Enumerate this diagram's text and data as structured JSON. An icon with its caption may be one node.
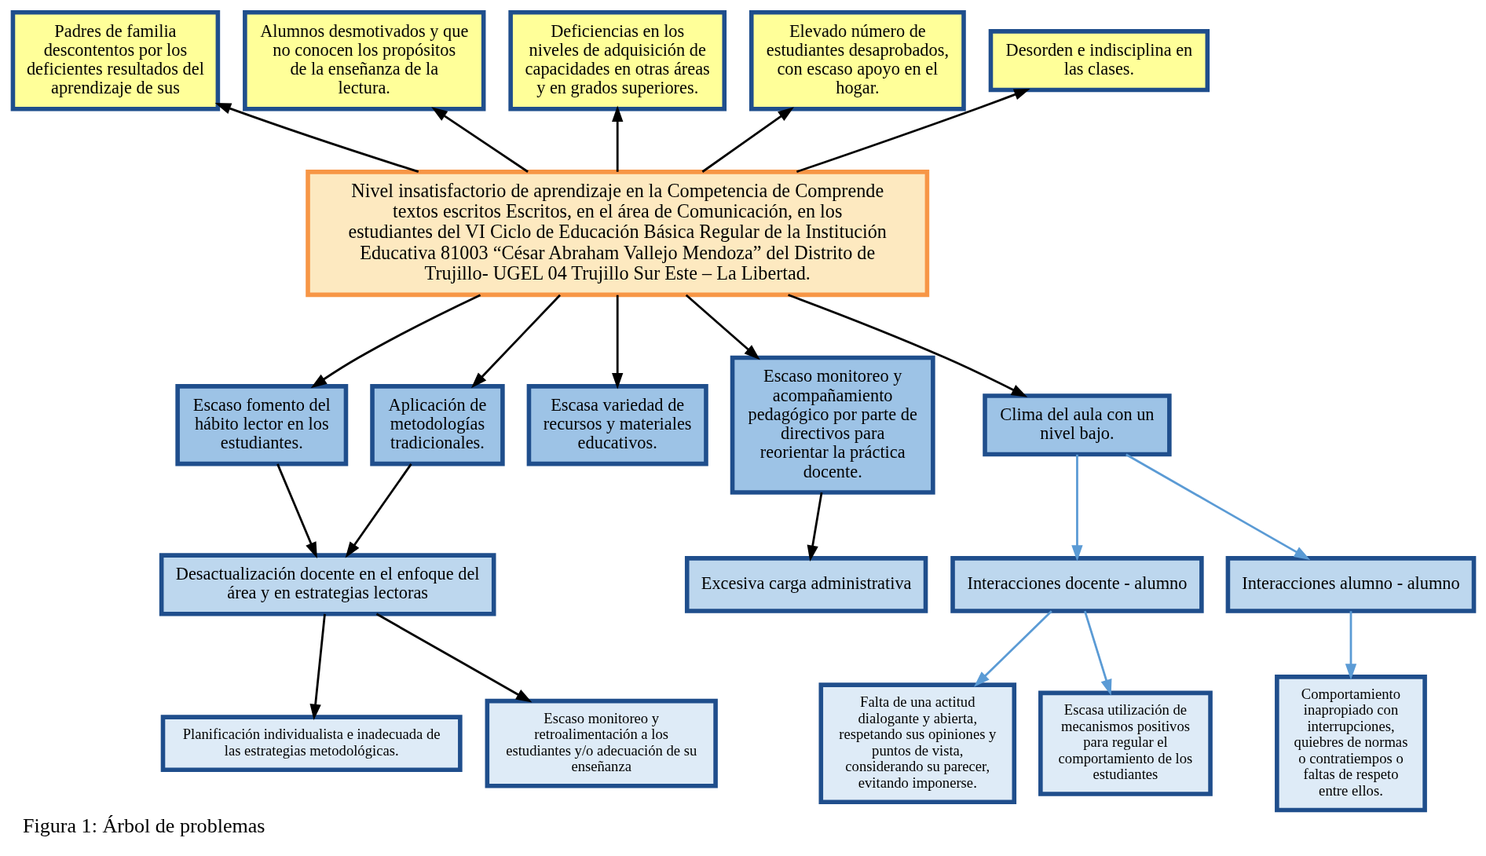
{
  "diagram": {
    "caption": "Figura 1: Árbol de problemas",
    "nodes": [
      {
        "text": [
          "Nivel insatisfactorio de aprendizaje en la Competencia de Comprende textos escritos Escritos, en el área de Comunicación, en los estudiantes del VI Ciclo de Educación Básica Regular de la Institución Educativa 81003 “César Abraham Vallejo Mendoza” del Distrito de Trujillo- UGEL 04 Trujillo Sur Este – La Libertad."
        ]
      },
      {
        "text": [
          "Padres de familia descontentos por los deficientes resultados del aprendizaje de sus"
        ]
      },
      {
        "text": [
          "Alumnos desmotivados y que no conocen los propósitos de la enseñanza de la lectura."
        ]
      },
      {
        "text": [
          "Deficiencias en los niveles de adquisición de capacidades en otras áreas y en grados superiores."
        ]
      },
      {
        "text": [
          "Elevado número de estudiantes desaprobados, con escaso apoyo en el hogar."
        ]
      },
      {
        "text": [
          "Desorden e indisciplina en las clases."
        ]
      },
      {
        "text": [
          "Escaso fomento del hábito lector en los estudiantes."
        ]
      },
      {
        "text": [
          "Aplicación de metodologías tradicionales."
        ]
      },
      {
        "text": [
          "Escasa variedad de recursos y materiales educativos."
        ]
      },
      {
        "text": [
          "Escaso monitoreo y acompañamiento pedagógico por parte de directivos para reorientar la práctica docente."
        ]
      },
      {
        "text": [
          "Clima del aula con un nivel bajo."
        ]
      },
      {
        "text": [
          "Desactualización docente en el enfoque del área y en estrategias lectoras"
        ]
      },
      {
        "text": [
          "Excesiva carga administrativa"
        ]
      },
      {
        "text": [
          "Interacciones docente - alumno"
        ]
      },
      {
        "text": [
          "Interacciones alumno - alumno"
        ]
      },
      {
        "text": [
          "Planificación individualista e inadecuada de las estrategias metodológicas."
        ]
      },
      {
        "text": [
          "Escaso monitoreo y retroalimentación a los estudiantes y/o adecuación de su enseñanza"
        ]
      },
      {
        "text": [
          "Falta de una actitud dialogante y abierta, respetando sus opiniones y puntos de vista, considerando su parecer, evitando imponerse."
        ]
      },
      {
        "text": [
          "Escasa utilización de mecanismos positivos para regular el comportamiento de los estudiantes"
        ]
      },
      {
        "text": [
          "Comportamiento inapropiado con interrupciones, quiebres de normas o contratiempos o faltas de respeto entre ellos."
        ]
      }
    ],
    "edges": [
      {
        "from": 0,
        "to": 1,
        "arrow": "to"
      },
      {
        "from": 0,
        "to": 2,
        "arrow": "to"
      },
      {
        "from": 0,
        "to": 3,
        "arrow": "to"
      },
      {
        "from": 0,
        "to": 4,
        "arrow": "to"
      },
      {
        "from": 0,
        "to": 5,
        "arrow": "to"
      },
      {
        "from": 0,
        "to": 6,
        "arrow": "to"
      },
      {
        "from": 0,
        "to": 7,
        "arrow": "to"
      },
      {
        "from": 0,
        "to": 8,
        "arrow": "to"
      },
      {
        "from": 0,
        "to": 9,
        "arrow": "to"
      },
      {
        "from": 0,
        "to": 10,
        "arrow": "to"
      },
      {
        "from": 6,
        "to": 11,
        "arrow": "to"
      },
      {
        "from": 7,
        "to": 11,
        "arrow": "to"
      },
      {
        "from": 9,
        "to": 12,
        "arrow": "to"
      },
      {
        "from": 11,
        "to": 15,
        "arrow": "to"
      },
      {
        "from": 11,
        "to": 16,
        "arrow": "to"
      },
      {
        "from": 10,
        "to": 13,
        "arrow": "to",
        "color": "#5b9bd5"
      },
      {
        "from": 10,
        "to": 14,
        "arrow": "to",
        "color": "#5b9bd5"
      },
      {
        "from": 13,
        "to": 17,
        "arrow": "to",
        "color": "#5b9bd5"
      },
      {
        "from": 13,
        "to": 18,
        "arrow": "to",
        "color": "#5b9bd5"
      },
      {
        "from": 14,
        "to": 19,
        "arrow": "to",
        "color": "#5b9bd5"
      }
    ]
  }
}
